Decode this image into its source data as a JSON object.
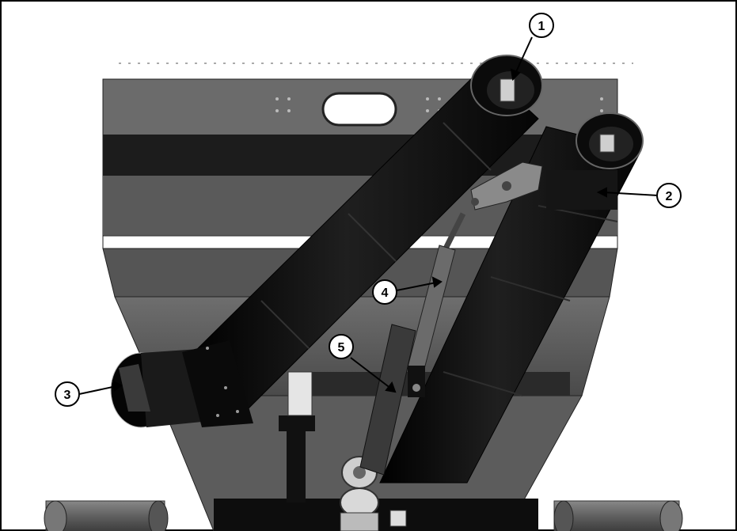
{
  "callouts": [
    {
      "number": "1"
    },
    {
      "number": "2"
    },
    {
      "number": "3"
    },
    {
      "number": "4"
    },
    {
      "number": "5"
    }
  ],
  "colors": {
    "frame": "#000000",
    "background": "#ffffff",
    "panel_light": "#7a7a7a",
    "panel_dark": "#4a4a4a",
    "band": "#1c1c1c",
    "tube": "#0d0d0d",
    "tire": "#5e5e5e"
  }
}
